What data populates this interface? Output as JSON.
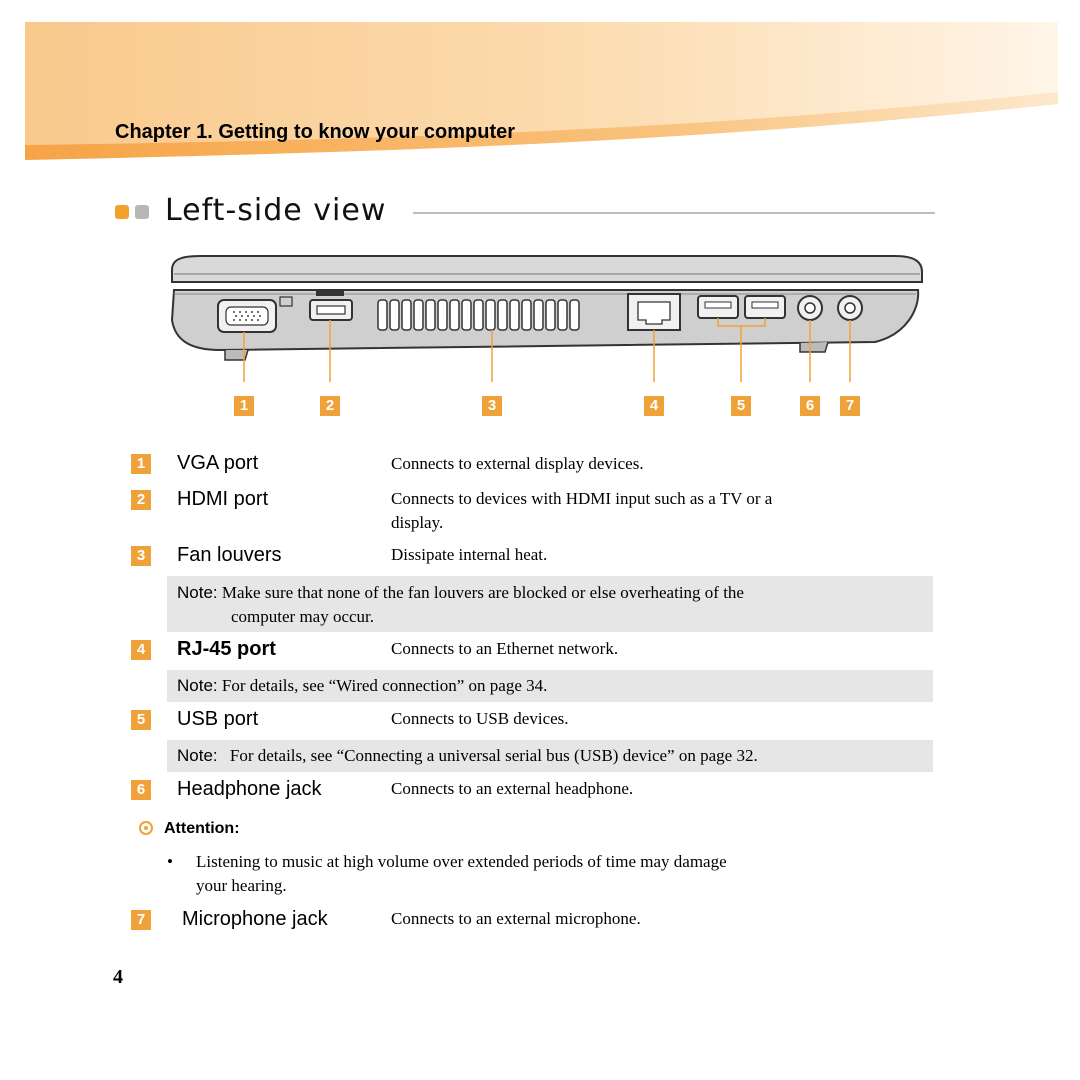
{
  "header": {
    "chapter": "Chapter 1. Getting to know your computer"
  },
  "section": {
    "title": "Left-side view"
  },
  "illustration": {
    "callouts": [
      "1",
      "2",
      "3",
      "4",
      "5",
      "6",
      "7"
    ]
  },
  "items": [
    {
      "num": "1",
      "label": "VGA port",
      "desc": "Connects to external display devices."
    },
    {
      "num": "2",
      "label": "HDMI port",
      "desc_line1": "Connects to devices with HDMI input such as a TV or a",
      "desc_line2": "display."
    },
    {
      "num": "3",
      "label": "Fan louvers",
      "desc": "Dissipate internal heat."
    },
    {
      "num": "4",
      "label": "RJ-45 port",
      "desc": "Connects to an Ethernet network."
    },
    {
      "num": "5",
      "label": "USB port",
      "desc": "Connects to USB devices."
    },
    {
      "num": "6",
      "label": "Headphone jack",
      "desc": "Connects to an external headphone."
    },
    {
      "num": "7",
      "label": "Microphone jack",
      "desc": "Connects to an external microphone."
    }
  ],
  "notes": {
    "label": "Note:",
    "fan_line1": "Make sure that none of the fan louvers are blocked or else overheating of the",
    "fan_line2": "computer may occur.",
    "rj45": "For details, see “Wired connection” on page 34.",
    "usb": "For details, see “Connecting a universal serial bus (USB) device” on page 32."
  },
  "attention": {
    "label": "Attention:",
    "bullet_line1": "Listening to music at high volume over extended periods of time may damage",
    "bullet_line2": "your hearing."
  },
  "page_number": "4",
  "colors": {
    "accent": "#f0a23a",
    "note_bg": "#e6e6e6"
  }
}
